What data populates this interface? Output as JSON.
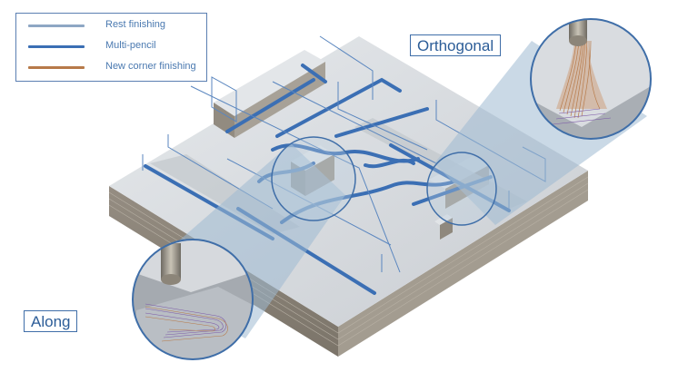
{
  "legend": {
    "items": [
      {
        "label": "Rest finishing",
        "color": "#8ea7c4"
      },
      {
        "label": "Multi-pencil",
        "color": "#3b6fb4"
      },
      {
        "label": "New corner finishing",
        "color": "#b77a49"
      }
    ]
  },
  "callouts": {
    "orthogonal": "Orthogonal",
    "along": "Along"
  },
  "colors": {
    "block_top": "#d4d8dd",
    "block_front": "#8a8378",
    "block_side": "#a29b90",
    "toolpath_blue": "#3b6fb4",
    "lens_fill": "#9fb9d2",
    "frame": "#3f6ea8"
  }
}
